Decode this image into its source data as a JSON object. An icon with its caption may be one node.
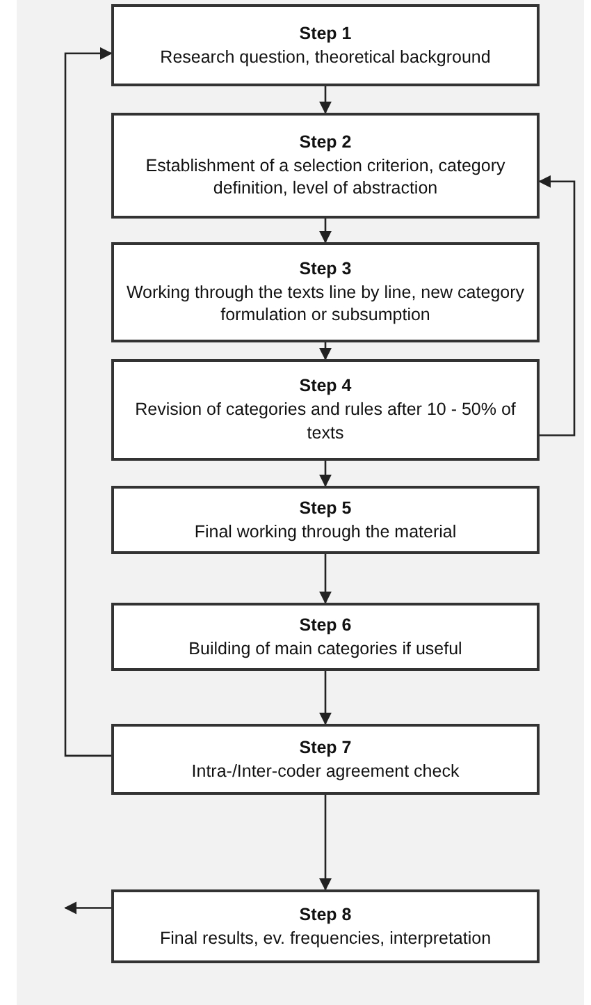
{
  "diagram": {
    "nodes": [
      {
        "text": [
          "Step 1",
          "Research question, theoretical background"
        ]
      },
      {
        "text": [
          "Step 2",
          "Establishment of a selection criterion, category definition, level of abstraction"
        ]
      },
      {
        "text": [
          "Step 3",
          "Working through the texts line by line, new category formulation or subsumption"
        ]
      },
      {
        "text": [
          "Step 4",
          "Revision of categories and rules after 10 - 50% of texts"
        ]
      },
      {
        "text": [
          "Step 5",
          "Final working through the material"
        ]
      },
      {
        "text": [
          "Step 6",
          "Building of main categories if useful"
        ]
      },
      {
        "text": [
          "Step 7",
          "Intra-/Inter-coder agreement check"
        ]
      },
      {
        "text": [
          "Step 8",
          "Final results, ev. frequencies, interpretation"
        ]
      }
    ],
    "edges": [
      {
        "from": 0,
        "to": 1,
        "arrow": "to"
      },
      {
        "from": 1,
        "to": 2,
        "arrow": "to"
      },
      {
        "from": 2,
        "to": 3,
        "arrow": "to"
      },
      {
        "from": 3,
        "to": 4,
        "arrow": "to"
      },
      {
        "from": 4,
        "to": 5,
        "arrow": "to"
      },
      {
        "from": 5,
        "to": 6,
        "arrow": "to"
      },
      {
        "from": 6,
        "to": 7,
        "arrow": "to"
      },
      {
        "from": 3,
        "to": 1,
        "arrow": "to"
      },
      {
        "from": 6,
        "to": 0,
        "arrow": "to"
      },
      {
        "from": 7,
        "to": null,
        "arrow": "to"
      }
    ]
  }
}
